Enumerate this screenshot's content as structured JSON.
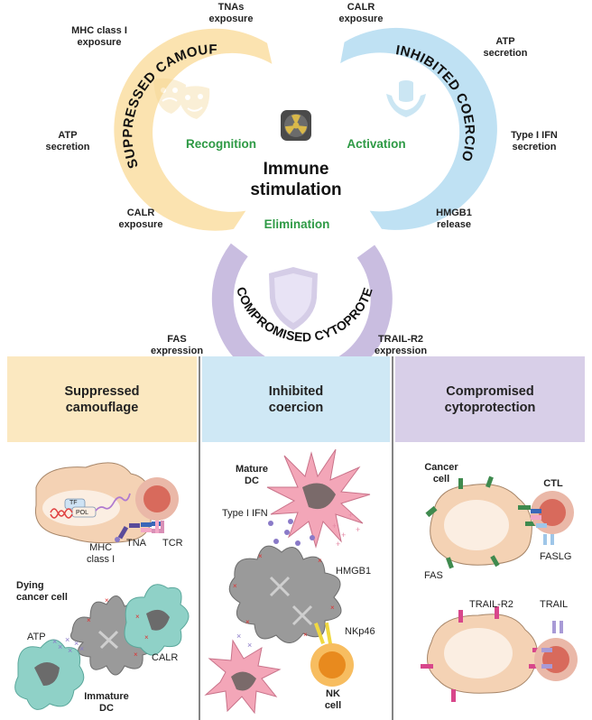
{
  "top_diagram": {
    "arcs": {
      "camouflage": {
        "title": "SUPPRESSED CAMOUFLAGE",
        "color": "#fbe3b0"
      },
      "coercion": {
        "title": "INHIBITED COERCION",
        "color": "#bfe1f3"
      },
      "cytoprotection": {
        "title": "COMPROMISED CYTOPROTECTION",
        "color": "#c9bde0"
      }
    },
    "labels": {
      "tnas": "TNAs\nexposure",
      "mhc": "MHC class I\nexposure",
      "atp_left": "ATP\nsecretion",
      "calr_left": "CALR\nexposure",
      "calr_top": "CALR\nexposure",
      "atp_right": "ATP\nsecretion",
      "ifn": "Type I IFN\nsecretion",
      "hmgb1": "HMGB1\nrelease",
      "fas": "FAS\nexpression",
      "trail": "TRAIL-R2\nexpression"
    },
    "phases": {
      "recognition": "Recognition",
      "activation": "Activation",
      "elimination": "Elimination"
    },
    "center": "Immune\nstimulation"
  },
  "panels": [
    {
      "title": "Suppressed\ncamouflage",
      "color": "#fbe8c0"
    },
    {
      "title": "Inhibited\ncoercion",
      "color": "#cfe8f5"
    },
    {
      "title": "Compromised\ncytoprotection",
      "color": "#d8cfe8"
    }
  ],
  "panel1": {
    "tf": "TF",
    "pol": "POL",
    "mhc": "MHC\nclass I",
    "tna": "TNA",
    "tcr": "TCR",
    "dying": "Dying\ncancer cell",
    "atp": "ATP",
    "calr": "CALR",
    "immature": "Immature\nDC"
  },
  "panel2": {
    "mature": "Mature\nDC",
    "ifn": "Type I IFN",
    "hmgb1": "HMGB1",
    "nkp46": "NKp46",
    "nk": "NK\ncell"
  },
  "panel3": {
    "cancer": "Cancer\ncell",
    "ctl": "CTL",
    "fas": "FAS",
    "faslg": "FASLG",
    "trailr2": "TRAIL-R2",
    "trail": "TRAIL"
  },
  "icons": [
    "theater-masks-icon",
    "radiation-icon",
    "hands-coins-icon",
    "shield-icon"
  ]
}
